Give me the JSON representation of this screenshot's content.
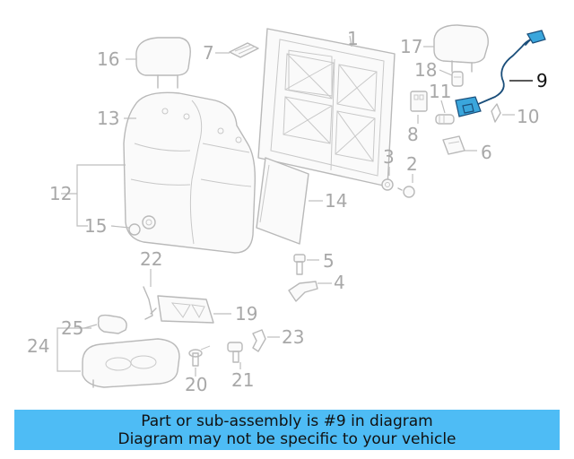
{
  "diagram": {
    "highlight_color": "#3aa6dc",
    "callouts": {
      "c1": "1",
      "c2": "2",
      "c3": "3",
      "c4": "4",
      "c5": "5",
      "c6": "6",
      "c7": "7",
      "c8": "8",
      "c9": "9",
      "c10": "10",
      "c11": "11",
      "c12": "12",
      "c13": "13",
      "c14": "14",
      "c15": "15",
      "c16": "16",
      "c17": "17",
      "c18": "18",
      "c19": "19",
      "c20": "20",
      "c21": "21",
      "c22": "22",
      "c23": "23",
      "c24": "24",
      "c25": "25"
    },
    "highlighted_part": "9"
  },
  "banner": {
    "color": "#4ebcf5",
    "line1": "Part or sub-assembly is #9 in diagram",
    "line2": "Diagram may not be specific to your vehicle"
  }
}
